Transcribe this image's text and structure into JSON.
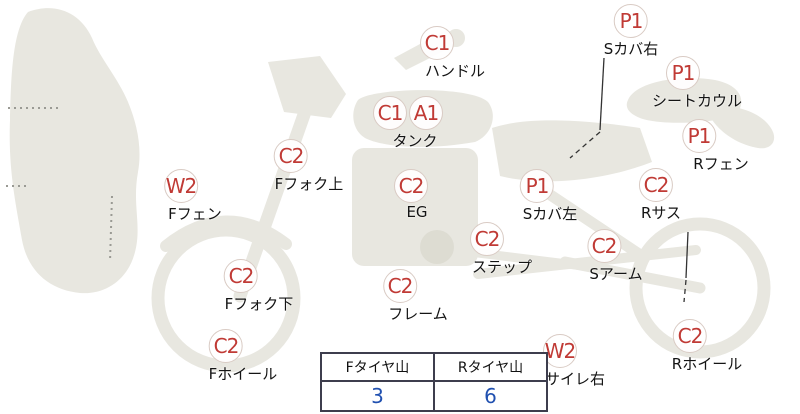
{
  "colors": {
    "code_red": "#c03a35",
    "value_blue": "#2050b0",
    "silhouette_gray": "#e8e7e0"
  },
  "labels": [
    {
      "code": "C1",
      "name": "ハンドル"
    },
    {
      "code": "P1",
      "name": "Sカバ右"
    },
    {
      "code": "P1",
      "name": "シートカウル"
    },
    {
      "code": "C1",
      "code2": "A1",
      "name": "タンク"
    },
    {
      "code": "P1",
      "name": "Rフェン"
    },
    {
      "code": "C2",
      "name": "Fフォク上"
    },
    {
      "code": "W2",
      "name": "Fフェン"
    },
    {
      "code": "C2",
      "name": "EG"
    },
    {
      "code": "P1",
      "name": "Sカバ左"
    },
    {
      "code": "C2",
      "name": "Rサス"
    },
    {
      "code": "C2",
      "name": "ステップ"
    },
    {
      "code": "C2",
      "name": "Sアーム"
    },
    {
      "code": "C2",
      "name": "Fフォク下"
    },
    {
      "code": "C2",
      "name": "フレーム"
    },
    {
      "code": "C2",
      "name": "Fホイール"
    },
    {
      "code": "W2",
      "name": "サイレ右"
    },
    {
      "code": "C2",
      "name": "Rホイール"
    }
  ],
  "tire_table": {
    "front_header": "Fタイヤ山",
    "rear_header": "Rタイヤ山",
    "front_value": "3",
    "rear_value": "6"
  }
}
